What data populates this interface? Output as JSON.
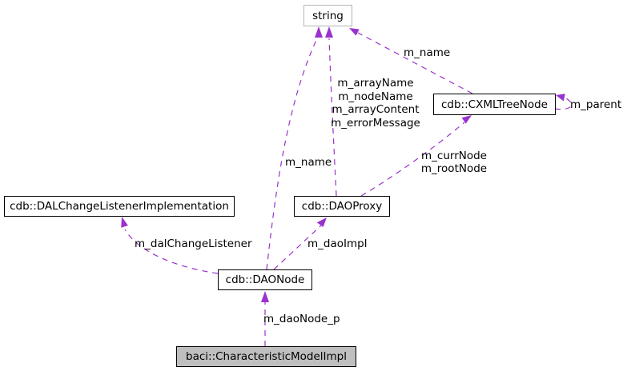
{
  "diagram": {
    "type": "doxygen-collaboration-graph",
    "nodes": {
      "string": {
        "label": "string"
      },
      "cxml_tree_node": {
        "label": "cdb::CXMLTreeNode"
      },
      "dal_change_listener": {
        "label": "cdb::DALChangeListenerImplementation"
      },
      "dao_proxy": {
        "label": "cdb::DAOProxy"
      },
      "dao_node": {
        "label": "cdb::DAONode"
      },
      "characteristic_model": {
        "label": "baci::CharacteristicModelImpl"
      }
    },
    "edge_labels": {
      "cxml_to_string": "m_name",
      "daoproxy_to_string": [
        "m_arrayName",
        "m_nodeName",
        "m_arrayContent",
        "m_errorMessage"
      ],
      "daonode_to_string": "m_name",
      "cxml_self_loop": "m_parent",
      "daoproxy_to_cxml": [
        "m_currNode",
        "m_rootNode"
      ],
      "daonode_to_dal": "m_dalChangeListener",
      "daonode_to_daoproxy": "m_daoImpl",
      "model_to_daonode": "m_daoNode_p"
    },
    "colors": {
      "edge": "#9a32cd",
      "node_border": "#000000",
      "external_node_border": "#b5b5b5",
      "node_fill": "#ffffff",
      "highlight_node_fill": "#bfbfbf",
      "text": "#000000",
      "background": "#ffffff"
    }
  }
}
